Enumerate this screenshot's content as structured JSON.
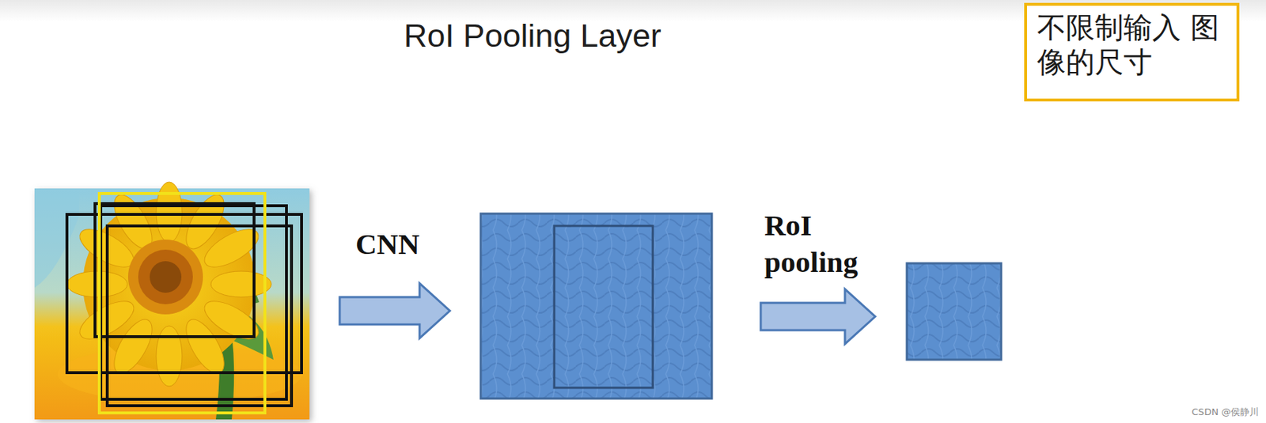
{
  "diagram": {
    "title": "RoI Pooling Layer",
    "nodes": [
      {
        "text": [
          "不限制输入 图像的尺寸"
        ]
      }
    ],
    "labels": [
      "CNN",
      "RoI pooling",
      "CSDN @侯静川"
    ]
  }
}
